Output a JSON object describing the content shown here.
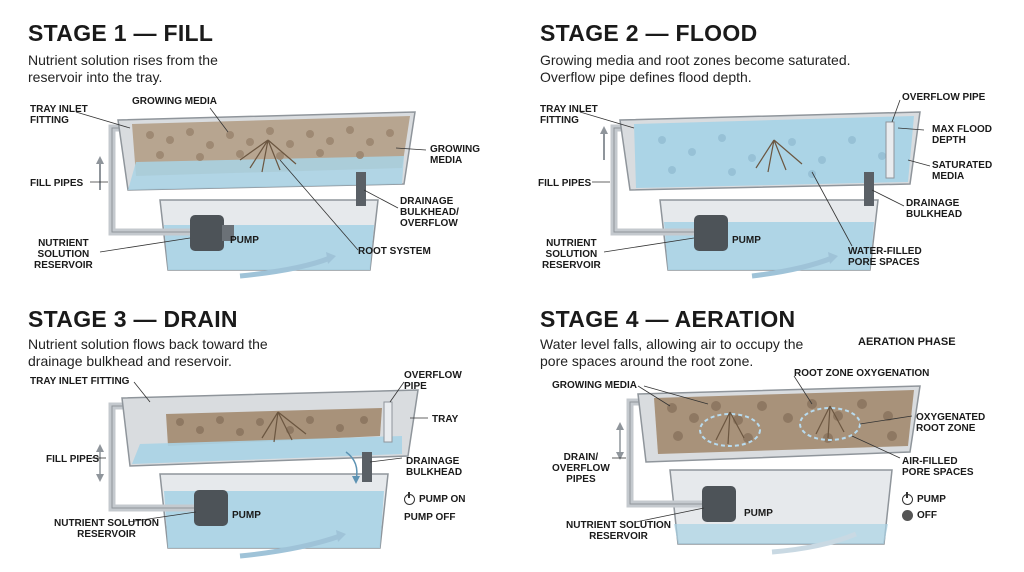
{
  "stages": [
    {
      "title": "STAGE 1 — FILL",
      "description": "Nutrient solution rises from the\nreservoir into the tray.",
      "labels": {
        "tray_inlet": "TRAY INLET\nFITTING",
        "growing_media_top": "GROWING MEDIA",
        "growing_media_right": "GROWING\nMEDIA",
        "fill_pipes": "FILL PIPES",
        "drainage": "DRAINAGE\nBULKHEAD/\nOVERFLOW",
        "nutrient_reservoir": "NUTRIENT\nSOLUTION\nRESERVOIR",
        "pump": "PUMP",
        "root_system": "ROOT SYSTEM"
      }
    },
    {
      "title": "STAGE 2 — FLOOD",
      "description": "Growing media and root zones become saturated.\nOverflow pipe defines flood depth.",
      "labels": {
        "tray_inlet": "TRAY INLET\nFITTING",
        "overflow_pipe": "OVERFLOW PIPE",
        "max_flood": "MAX FLOOD\nDEPTH",
        "saturated": "SATURATED\nMEDIA",
        "fill_pipes": "FILL PIPES",
        "drainage": "DRAINAGE\nBULKHEAD",
        "nutrient_reservoir": "NUTRIENT\nSOLUTION\nRESERVOIR",
        "pump": "PUMP",
        "water_filled": "WATER-FILLED\nPORE SPACES"
      }
    },
    {
      "title": "STAGE 3 — DRAIN",
      "description": "Nutrient solution flows back toward the\ndrainage bulkhead and reservoir.",
      "labels": {
        "tray_inlet": "TRAY INLET FITTING",
        "overflow_pipe": "OVERFLOW\nPIPE",
        "tray": "TRAY",
        "fill_pipes": "FILL PIPES",
        "drainage": "DRAINAGE\nBULKHEAD",
        "pump": "PUMP",
        "pump_on": "PUMP ON",
        "pump_off": "PUMP OFF",
        "nutrient_reservoir": "NUTRIENT SOLUTION\nRESERVOIR"
      }
    },
    {
      "title": "STAGE 4 — AERATION",
      "description": "Water level falls, allowing air to occupy the\npore spaces around the root zone.",
      "phase": "AERATION PHASE",
      "labels": {
        "growing_media": "GROWING MEDIA",
        "root_oxygenation": "ROOT ZONE OXYGENATION",
        "oxygenated": "OXYGENATED\nROOT ZONE",
        "drain_overflow": "DRAIN/\nOVERFLOW\nPIPES",
        "air_filled": "AIR-FILLED\nPORE SPACES",
        "pump": "PUMP",
        "pump_ind": "PUMP",
        "off": "OFF",
        "nutrient_reservoir": "NUTRIENT SOLUTION\nRESERVOIR"
      }
    }
  ],
  "colors": {
    "water": "#a9d3e6",
    "water_dark": "#7fb7d1",
    "tray": "#d9dcdf",
    "tray_edge": "#8f959b",
    "media": "#a8927a",
    "root": "#6b5640",
    "arrow": "#9fc3d8"
  },
  "icons": [
    "power-icon",
    "flow-arrow-icon"
  ]
}
